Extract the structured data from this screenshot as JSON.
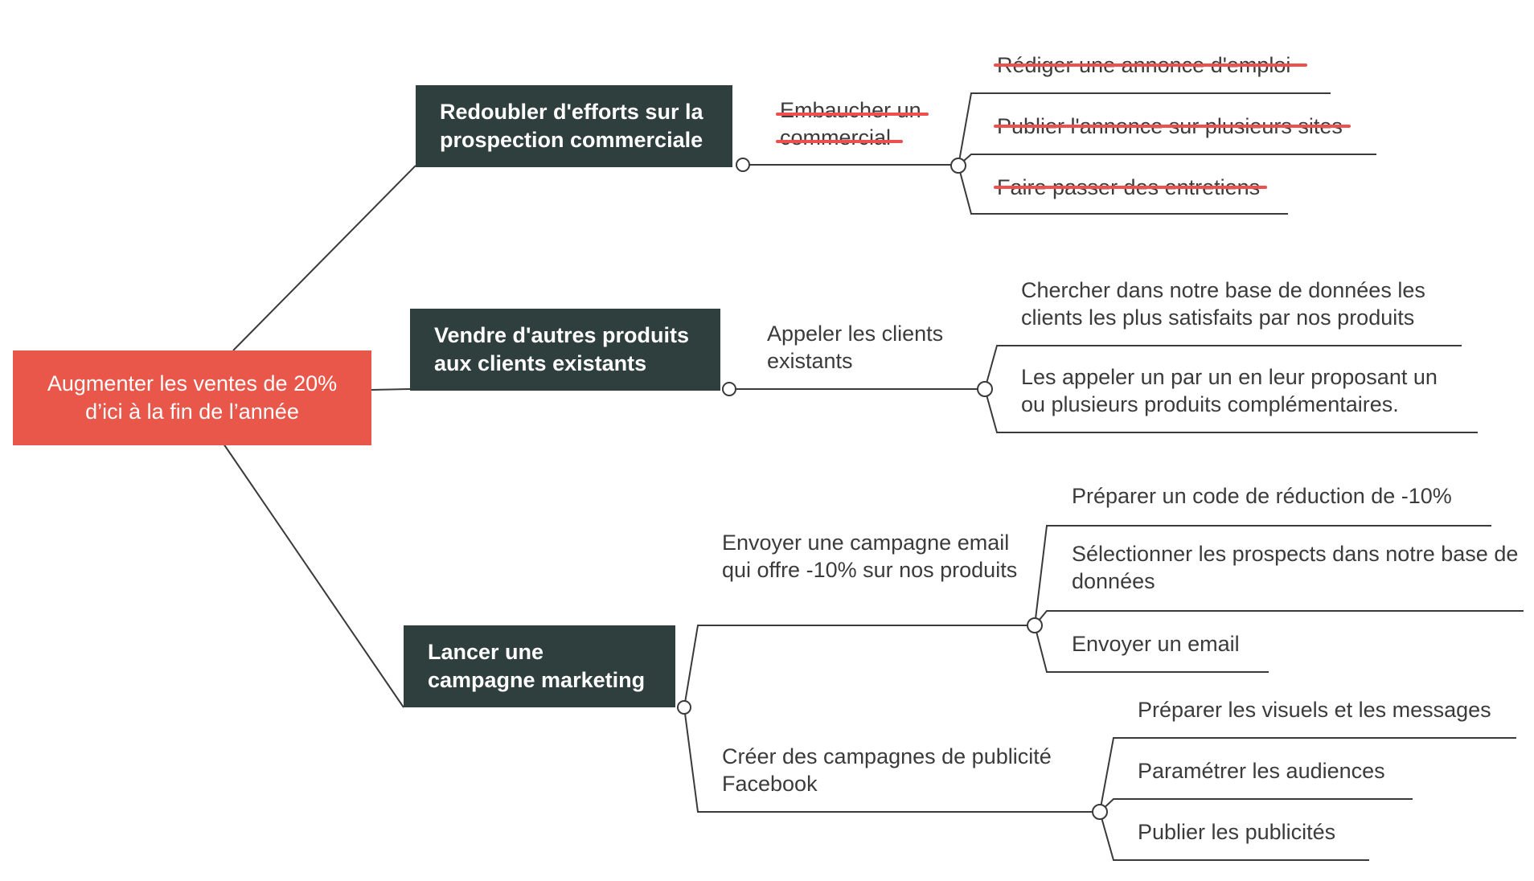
{
  "root": {
    "label": "Augmenter les ventes de 20% d’ici à la fin de l’année"
  },
  "branches": [
    {
      "label": "Redoubler d'efforts sur la prospection commerciale",
      "subtasks": [
        {
          "label": "Embaucher un commercial",
          "done": true,
          "steps": [
            {
              "label": "Rédiger une annonce d'emploi",
              "done": true
            },
            {
              "label": "Publier l'annonce sur plusieurs sites",
              "done": true
            },
            {
              "label": "Faire passer des entretiens",
              "done": true
            }
          ]
        }
      ]
    },
    {
      "label": "Vendre d'autres produits aux clients existants",
      "subtasks": [
        {
          "label": "Appeler les clients existants",
          "done": false,
          "steps": [
            {
              "label": "Chercher dans notre base de données les clients les plus satisfaits par nos produits",
              "done": false
            },
            {
              "label": "Les appeler un par un en leur proposant un ou plusieurs produits complémentaires.",
              "done": false
            }
          ]
        }
      ]
    },
    {
      "label": "Lancer une campagne marketing",
      "subtasks": [
        {
          "label": "Envoyer une campagne email qui offre -10% sur nos produits",
          "done": false,
          "steps": [
            {
              "label": "Préparer un code de réduction de -10%",
              "done": false
            },
            {
              "label": "Sélectionner les prospects dans notre base de données",
              "done": false
            },
            {
              "label": "Envoyer un email",
              "done": false
            }
          ]
        },
        {
          "label": "Créer des campagnes de publicité Facebook",
          "done": false,
          "steps": [
            {
              "label": "Préparer les visuels et les messages",
              "done": false
            },
            {
              "label": "Paramétrer les audiences",
              "done": false
            },
            {
              "label": "Publier les publicités",
              "done": false
            }
          ]
        }
      ]
    }
  ],
  "colors": {
    "root": "#e8574a",
    "branch": "#2f3f3d",
    "line": "#3a3a3a",
    "strikethrough": "#ee4f4f"
  }
}
